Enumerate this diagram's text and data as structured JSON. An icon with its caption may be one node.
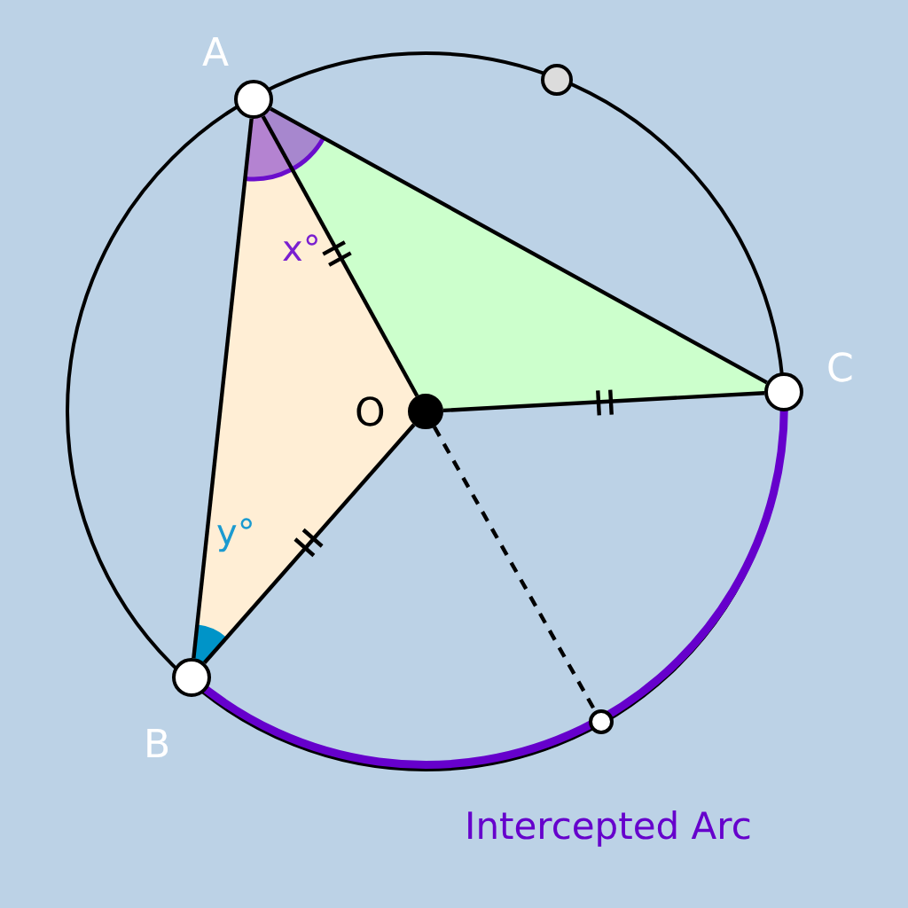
{
  "diagram": {
    "nodes": [
      {
        "text": [],
        "shape": "circle",
        "beside": [
          "A"
        ]
      },
      {
        "text": [],
        "shape": "circle",
        "beside": [
          "B"
        ]
      },
      {
        "text": [],
        "shape": "circle",
        "beside": [
          "C"
        ]
      },
      {
        "text": [],
        "shape": "circle",
        "beside": [
          "O"
        ]
      },
      {
        "text": [],
        "shape": "circle"
      },
      {
        "text": [],
        "shape": "circle"
      }
    ],
    "edges": [
      {
        "from": 0,
        "to": 1,
        "arrow": "none"
      },
      {
        "from": 0,
        "to": 2,
        "arrow": "none"
      },
      {
        "from": 0,
        "to": 3,
        "arrow": "none"
      },
      {
        "from": 1,
        "to": 3,
        "arrow": "none"
      },
      {
        "from": 2,
        "to": 3,
        "arrow": "none"
      },
      {
        "from": 3,
        "to": 5,
        "arrow": "none",
        "style": "dashed"
      }
    ],
    "labels": [
      "x°",
      "y°",
      "Intercepted Arc"
    ]
  }
}
